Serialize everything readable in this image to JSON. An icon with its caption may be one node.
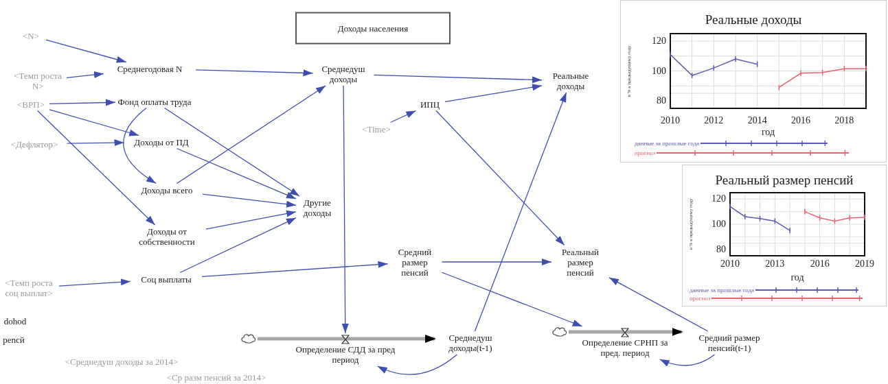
{
  "diagram": {
    "nodes": [
      {
        "text": [
          "Доходы населения"
        ]
      },
      {
        "text": [
          "<N>"
        ]
      },
      {
        "text": [
          "Среднегодовая N"
        ]
      },
      {
        "text": [
          "<Темп роста N>"
        ]
      },
      {
        "text": [
          "<ВРП>"
        ]
      },
      {
        "text": [
          "Фонд оплаты труда"
        ]
      },
      {
        "text": [
          "<Дефлятор>"
        ]
      },
      {
        "text": [
          "Доходы от ПД"
        ]
      },
      {
        "text": [
          "Доходы всего"
        ]
      },
      {
        "text": [
          "Доходы от собственности"
        ]
      },
      {
        "text": [
          "Соц выплаты"
        ]
      },
      {
        "text": [
          "<Темп роста соц выплат>"
        ]
      },
      {
        "text": [
          "Среднедуш доходы"
        ]
      },
      {
        "text": [
          "Реальные доходы"
        ]
      },
      {
        "text": [
          "<Time>"
        ]
      },
      {
        "text": [
          "ИПЦ"
        ]
      },
      {
        "text": [
          "Другие доходы"
        ]
      },
      {
        "text": [
          "Средний размер пенсий"
        ]
      },
      {
        "text": [
          "Реальный размер пенсий"
        ]
      },
      {
        "text": [],
        "shape": "cloud"
      },
      {
        "text": [
          "Определение СДД за пред период"
        ]
      },
      {
        "text": [
          "Среднедуш доходы(t-1)"
        ]
      },
      {
        "text": [],
        "shape": "cloud"
      },
      {
        "text": [
          "Определение СРНП за пред. период"
        ]
      },
      {
        "text": [
          "Средний размер пенсий(t-1)"
        ]
      }
    ],
    "edges": [
      {
        "from": 1,
        "to": 2,
        "arrow": "to"
      },
      {
        "from": 3,
        "to": 2,
        "arrow": "to"
      },
      {
        "from": 2,
        "to": 12,
        "arrow": "to"
      },
      {
        "from": 4,
        "to": 5,
        "arrow": "to"
      },
      {
        "from": 4,
        "to": 7,
        "arrow": "to"
      },
      {
        "from": 4,
        "to": 9,
        "arrow": "to"
      },
      {
        "from": 6,
        "to": 7,
        "arrow": "to"
      },
      {
        "from": 5,
        "to": 8,
        "arrow": "to"
      },
      {
        "from": 5,
        "to": 16,
        "arrow": "to"
      },
      {
        "from": 7,
        "to": 16,
        "arrow": "to"
      },
      {
        "from": 8,
        "to": 16,
        "arrow": "to"
      },
      {
        "from": 8,
        "to": 12,
        "arrow": "to"
      },
      {
        "from": 9,
        "to": 16,
        "arrow": "to"
      },
      {
        "from": 10,
        "to": 16,
        "arrow": "to"
      },
      {
        "from": 10,
        "to": 17,
        "arrow": "to"
      },
      {
        "from": 11,
        "to": 10,
        "arrow": "to"
      },
      {
        "from": 12,
        "to": 13,
        "arrow": "to"
      },
      {
        "from": 14,
        "to": 15,
        "arrow": "to"
      },
      {
        "from": 15,
        "to": 13,
        "arrow": "to"
      },
      {
        "from": 15,
        "to": 18,
        "arrow": "to"
      },
      {
        "from": 12,
        "to": 20,
        "arrow": "to"
      },
      {
        "from": 19,
        "to": 21,
        "arrow": "to",
        "style": "thick",
        "color": "#a6a6a6"
      },
      {
        "from": 21,
        "to": 20,
        "arrow": "to"
      },
      {
        "from": 21,
        "to": 13,
        "arrow": "to"
      },
      {
        "from": 17,
        "to": 18,
        "arrow": "to"
      },
      {
        "from": 17,
        "to": 23,
        "arrow": "to"
      },
      {
        "from": 22,
        "to": 24,
        "arrow": "to",
        "style": "thick",
        "color": "#a6a6a6"
      },
      {
        "from": 24,
        "to": 23,
        "arrow": "to"
      },
      {
        "from": 24,
        "to": 18,
        "arrow": "to"
      }
    ],
    "labels": [
      "dohod",
      "pencй",
      "<Среднедуш доходы за 2014>",
      "<Ср разм пенсий за 2014>"
    ],
    "chart_data": [
      {
        "type": "line",
        "title": "Реальные доходы",
        "xlabel": "год",
        "ylabel": "в % к предыдущему году",
        "x": [
          2010,
          2011,
          2012,
          2013,
          2014,
          2015,
          2016,
          2017,
          2018,
          2019
        ],
        "xlim": [
          2010,
          2019
        ],
        "ylim": [
          75,
          125
        ],
        "xticks": [
          2010,
          2012,
          2014,
          2016,
          2018
        ],
        "yticks": [
          80,
          100,
          120
        ],
        "grid": true,
        "series": [
          {
            "name": "данные за прошлые года",
            "color": "#5a5ab4",
            "values": [
              111,
              97,
              102,
              108,
              104.5,
              null,
              null,
              null,
              null,
              null
            ]
          },
          {
            "name": "прогноз",
            "color": "#f06070",
            "values": [
              null,
              null,
              null,
              null,
              null,
              89,
              98.5,
              99,
              101.5,
              101.5
            ]
          }
        ]
      },
      {
        "type": "line",
        "title": "Реальный размер пенсий",
        "xlabel": "год",
        "ylabel": "в % к предыдущему году",
        "x": [
          2010,
          2011,
          2012,
          2013,
          2014,
          2015,
          2016,
          2017,
          2018,
          2019
        ],
        "xlim": [
          2010,
          2019
        ],
        "ylim": [
          75,
          125
        ],
        "xticks": [
          2010,
          2013,
          2016,
          2019
        ],
        "yticks": [
          80,
          100,
          120
        ],
        "grid": true,
        "series": [
          {
            "name": "данные за прошлые года",
            "color": "#5a5ab4",
            "values": [
              114,
              106,
              104.5,
              102.5,
              95,
              null,
              null,
              null,
              null,
              null
            ]
          },
          {
            "name": "прогноз",
            "color": "#f06070",
            "values": [
              null,
              null,
              null,
              null,
              null,
              110,
              105,
              102.5,
              105,
              105.5
            ]
          }
        ]
      }
    ]
  }
}
